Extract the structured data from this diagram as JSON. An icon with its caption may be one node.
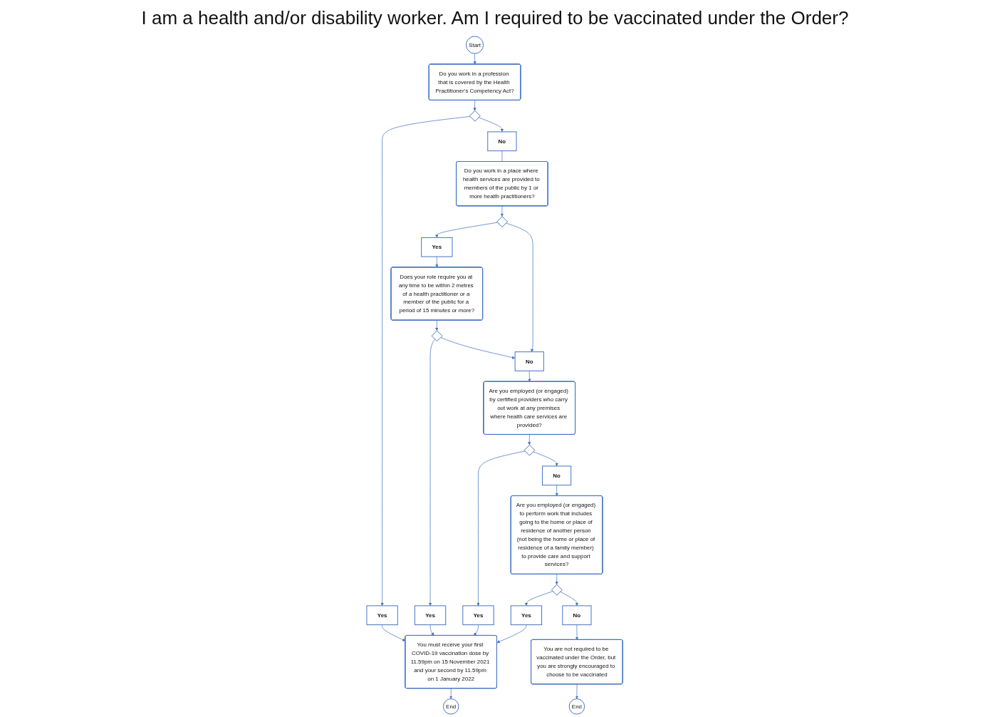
{
  "diagram": {
    "title": "I am a health and/or disability worker. Am I required to be vaccinated under the Order?",
    "nodes": [
      {
        "text": [
          "Start"
        ]
      },
      {
        "text": [
          "Do you work in a profession that is covered by the Health Practitioner’s Competency Act?"
        ]
      },
      {
        "text": [],
        "shape": "diamond"
      },
      {
        "text": [
          "Yes"
        ]
      },
      {
        "text": [
          "No"
        ]
      },
      {
        "text": [
          "Do you work in a place where health services are provided to members of the public by 1 or more health practitioners?"
        ]
      },
      {
        "text": [],
        "shape": "diamond"
      },
      {
        "text": [
          "Yes"
        ]
      },
      {
        "text": [
          "Does your role require you at any time to be within 2 metres of a health practitioner or a member of the public for a period of 15 minutes or more?"
        ]
      },
      {
        "text": [
          "Yes"
        ]
      },
      {
        "text": [],
        "shape": "diamond"
      },
      {
        "text": [
          "No"
        ]
      },
      {
        "text": [
          "Are you employed (or engaged) by certified providers who carry out work at any premises where health care services are provided?"
        ]
      },
      {
        "text": [
          "You must receive your first COVID-19 vaccination dose by 11.59pm on 15 November 2021 and your second by 11.59pm on 1 January 2022"
        ]
      },
      {
        "text": [
          "End"
        ]
      },
      {
        "text": [
          "Yes"
        ]
      },
      {
        "text": [],
        "shape": "diamond"
      },
      {
        "text": [
          "No"
        ]
      },
      {
        "text": [
          "Are you employed (or engaged) to perform work that includes going to the home or place of residence of another person (not being the home or place of residence of a family member) to provide care and support services?"
        ]
      },
      {
        "text": [
          "Yes"
        ]
      },
      {
        "text": [],
        "shape": "diamond"
      },
      {
        "text": [
          "No"
        ]
      },
      {
        "text": [
          "You are not required to be vaccinated under the Order, but you are strongly encouraged to choose to be vaccinated"
        ]
      },
      {
        "text": [
          "End"
        ]
      }
    ],
    "edges": [
      {
        "from": 0,
        "to": 1,
        "arrow": "to"
      },
      {
        "from": 1,
        "to": 2,
        "arrow": "to"
      },
      {
        "from": 2,
        "to": 3,
        "arrow": "to"
      },
      {
        "from": 2,
        "to": 4,
        "arrow": "to"
      },
      {
        "from": 4,
        "to": 5,
        "arrow": "none"
      },
      {
        "from": 3,
        "to": 13,
        "arrow": "to"
      },
      {
        "from": 5,
        "to": 6,
        "arrow": "to"
      },
      {
        "from": 6,
        "to": 7,
        "arrow": "to"
      },
      {
        "from": 6,
        "to": 11,
        "arrow": "to"
      },
      {
        "from": 7,
        "to": 8,
        "arrow": "to"
      },
      {
        "from": 8,
        "to": 10,
        "arrow": "to"
      },
      {
        "from": 10,
        "to": 9,
        "arrow": "to"
      },
      {
        "from": 10,
        "to": 11,
        "arrow": "to"
      },
      {
        "from": 9,
        "to": 13,
        "arrow": "to"
      },
      {
        "from": 11,
        "to": 12,
        "arrow": "to"
      },
      {
        "from": 12,
        "to": 16,
        "arrow": "to"
      },
      {
        "from": 16,
        "to": 15,
        "arrow": "to"
      },
      {
        "from": 16,
        "to": 17,
        "arrow": "to"
      },
      {
        "from": 15,
        "to": 13,
        "arrow": "to"
      },
      {
        "from": 17,
        "to": 18,
        "arrow": "to"
      },
      {
        "from": 18,
        "to": 20,
        "arrow": "to"
      },
      {
        "from": 20,
        "to": 19,
        "arrow": "to"
      },
      {
        "from": 20,
        "to": 21,
        "arrow": "to"
      },
      {
        "from": 19,
        "to": 13,
        "arrow": "to"
      },
      {
        "from": 21,
        "to": 22,
        "arrow": "to"
      },
      {
        "from": 22,
        "to": 23,
        "arrow": "to"
      },
      {
        "from": 13,
        "to": 14,
        "arrow": "to"
      }
    ]
  }
}
